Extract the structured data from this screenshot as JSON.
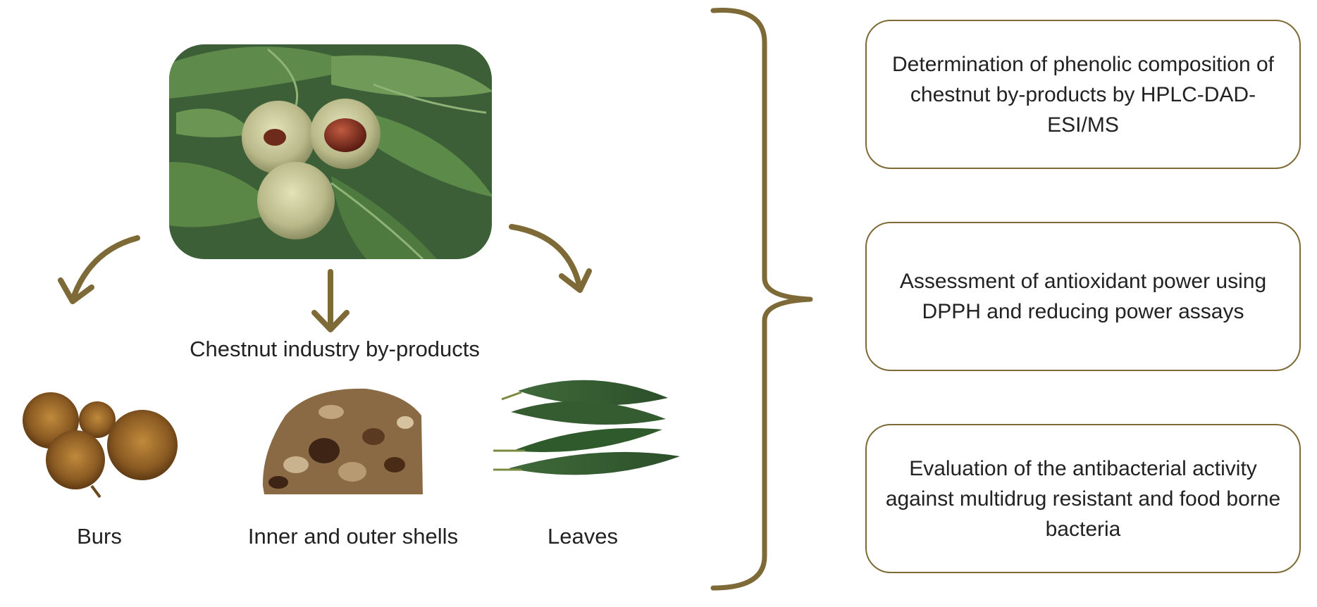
{
  "colors": {
    "arrow": "#7d6a36",
    "box_border": "#7d6a36",
    "text": "#222222"
  },
  "diagram": {
    "center_label": "Chestnut industry by-products",
    "main_image": "chestnut-tree-branch-with-burs",
    "byproducts": [
      {
        "label": "Burs",
        "image": "chestnut-burs"
      },
      {
        "label": "Inner and outer shells",
        "image": "chestnut-shells-pile"
      },
      {
        "label": "Leaves",
        "image": "chestnut-leaves"
      }
    ],
    "outcomes": [
      {
        "text": "Determination of phenolic composition of chestnut by-products by HPLC-DAD-ESI/MS"
      },
      {
        "text": "Assessment of antioxidant power using DPPH and reducing power assays"
      },
      {
        "text": "Evaluation of the antibacterial activity against multidrug resistant and food borne bacteria"
      }
    ]
  }
}
